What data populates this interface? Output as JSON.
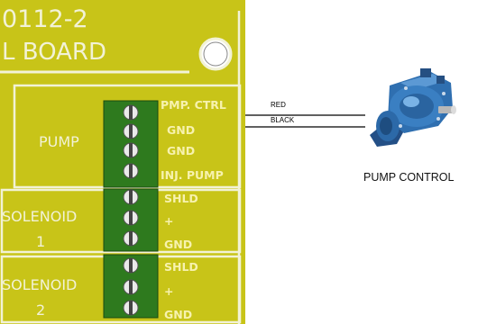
{
  "board": {
    "title_line1": "0112-2",
    "title_line2": "L BOARD",
    "sections": [
      {
        "label_lines": [
          "PUMP"
        ],
        "terminals": [
          "PMP. CTRL",
          "GND",
          "GND",
          "INJ. PUMP"
        ]
      },
      {
        "label_lines": [
          "SOLENOID",
          "1"
        ],
        "terminals": [
          "SHLD",
          "+",
          "GND"
        ]
      },
      {
        "label_lines": [
          "SOLENOID",
          "2"
        ],
        "terminals": [
          "SHLD",
          "+",
          "GND"
        ]
      }
    ],
    "colors": {
      "board": "#c8c418",
      "terminal_block": "#2e7a1e",
      "screw": "#eaeaea",
      "trace": "#f2f2d6"
    }
  },
  "wires": [
    {
      "label": "RED",
      "color": "#000000"
    },
    {
      "label": "BLACK",
      "color": "#000000"
    }
  ],
  "device": {
    "caption": "PUMP CONTROL",
    "body_color": "#2f6fb0"
  }
}
